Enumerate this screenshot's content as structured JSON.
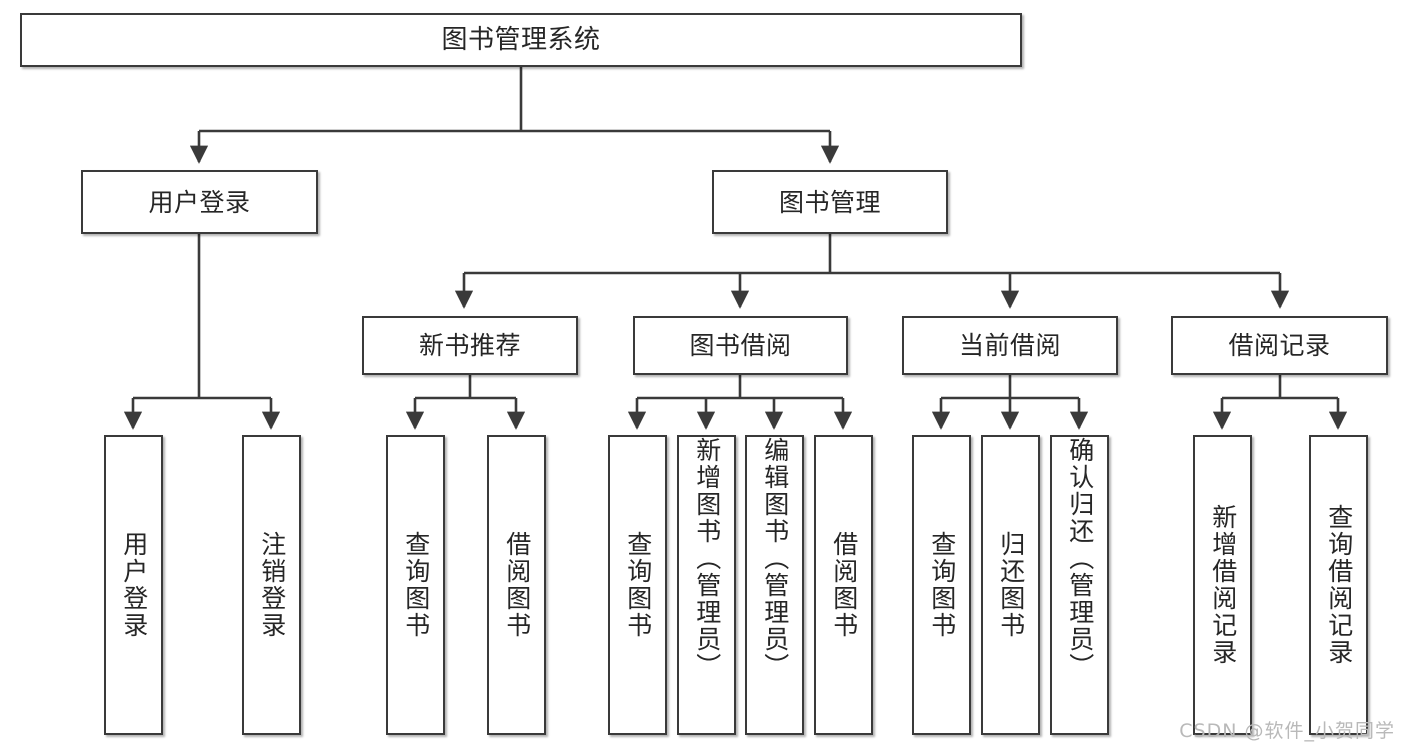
{
  "diagram": {
    "type": "tree-hierarchy",
    "title": "图书管理系统",
    "orientation": "top-down",
    "watermark": "CSDN @软件_小贺同学",
    "style": {
      "node_border": "#3a3a3a",
      "node_fill": "#ffffff",
      "edge_color": "#3a3a3a",
      "text_color": "#262626",
      "background": "#ffffff"
    },
    "nodes": {
      "root": {
        "label": "图书管理系统"
      },
      "level2": [
        {
          "id": "user-login",
          "label": "用户登录"
        },
        {
          "id": "book-manage",
          "label": "图书管理"
        }
      ],
      "level3": [
        {
          "id": "new-book-recommend",
          "label": "新书推荐"
        },
        {
          "id": "book-borrow",
          "label": "图书借阅"
        },
        {
          "id": "current-borrow",
          "label": "当前借阅"
        },
        {
          "id": "borrow-record",
          "label": "借阅记录"
        }
      ],
      "leaves": {
        "user_login": [
          {
            "id": "leaf-user-login",
            "label": "用户登录"
          },
          {
            "id": "leaf-logout-login",
            "label": "注销登录"
          }
        ],
        "new_book_recommend": [
          {
            "id": "leaf-query-book-1",
            "label": "查询图书"
          },
          {
            "id": "leaf-borrow-book-1",
            "label": "借阅图书"
          }
        ],
        "book_borrow": [
          {
            "id": "leaf-query-book-2",
            "label": "查询图书"
          },
          {
            "id": "leaf-add-book",
            "label": "新增图书（管理员）"
          },
          {
            "id": "leaf-edit-book",
            "label": "编辑图书（管理员）"
          },
          {
            "id": "leaf-borrow-book-2",
            "label": "借阅图书"
          }
        ],
        "current_borrow": [
          {
            "id": "leaf-query-book-3",
            "label": "查询图书"
          },
          {
            "id": "leaf-return-book",
            "label": "归还图书"
          },
          {
            "id": "leaf-confirm-return",
            "label": "确认归还（管理员）"
          }
        ],
        "borrow_record": [
          {
            "id": "leaf-add-record",
            "label": "新增借阅记录"
          },
          {
            "id": "leaf-query-record",
            "label": "查询借阅记录"
          }
        ]
      }
    }
  }
}
